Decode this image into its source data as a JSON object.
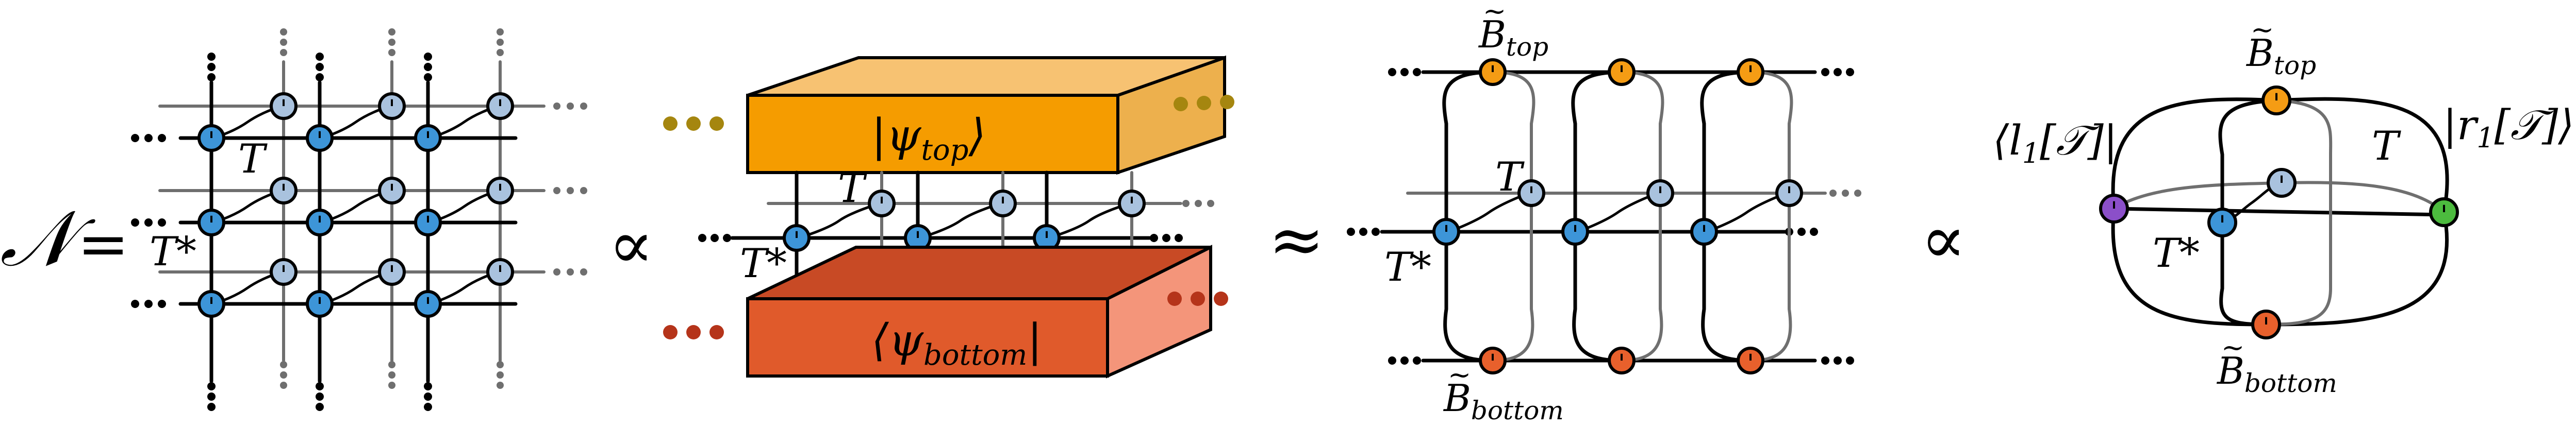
{
  "labels": {
    "n_symbol": "𝒩",
    "equals": "=",
    "proportional_1": "∝",
    "approx": "≈",
    "proportional_2": "∝",
    "t": "T",
    "t_star": "T*",
    "psi_top": "|ψtop⟩",
    "psi_bottom": "⟨ψbottom|",
    "b_top": "B̃top",
    "b_bottom": "B̃bottom",
    "l1": "⟨l1[𝒯]|",
    "r1": "|r1[𝒯]⟩"
  },
  "colors": {
    "t_node": "#3d95d8",
    "t_node_light": "#a9c2de",
    "b_top": "#f59c14",
    "b_bottom": "#e8602c",
    "psi_top": "#f59c00",
    "psi_bottom": "#e05a2b",
    "l1": "#8b4fc9",
    "r1": "#4cbb3e",
    "dots_top": "#a5860f",
    "dots_bottom": "#b5341a",
    "line": "#000000",
    "line_gray": "#6f6f6f"
  }
}
